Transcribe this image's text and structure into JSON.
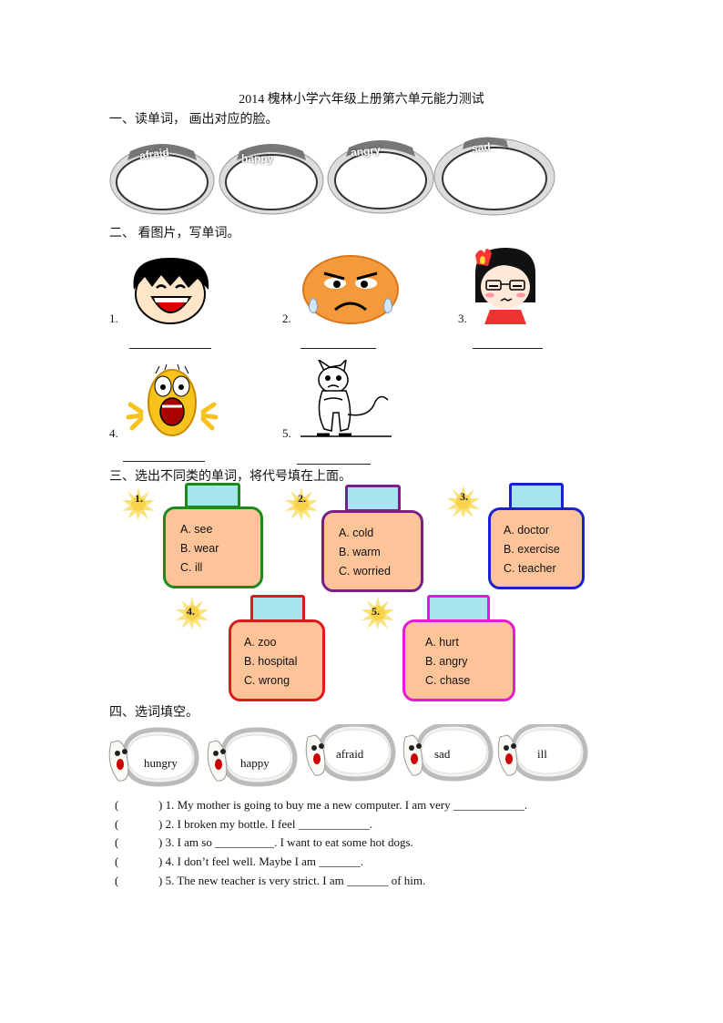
{
  "title": "2014 槐林小学六年级上册第六单元能力测试",
  "sections": {
    "s1": "一、读单词，  画出对应的脸。",
    "s2": "二、  看图片，写单词。",
    "s3": "三、选出不同类的单词，将代号填在上面。",
    "s4": "四、选词填空。"
  },
  "ovals": [
    "afraid",
    "happy",
    "angry",
    "sad"
  ],
  "pictures": {
    "labels": [
      "1.",
      "2.",
      "3.",
      "4.",
      "5."
    ]
  },
  "jars": [
    {
      "num": "1.",
      "color": "#1a8a1a",
      "options": [
        "A.  see",
        "B.  wear",
        "C.  ill"
      ]
    },
    {
      "num": "2.",
      "color": "#7a1f8a",
      "options": [
        "A.  cold",
        "B.  warm",
        "C.  worried"
      ]
    },
    {
      "num": "3.",
      "color": "#1a22cc",
      "options": [
        "A.  doctor",
        "B.  exercise",
        "C.  teacher"
      ]
    },
    {
      "num": "4.",
      "color": "#dd1a1a",
      "options": [
        "A.    zoo",
        "B.    hospital",
        "C.    wrong"
      ]
    },
    {
      "num": "5.",
      "color": "#e61ad0",
      "options": [
        "A.  hurt",
        "B.  angry",
        "C.  chase"
      ]
    }
  ],
  "word_bank": [
    "hungry",
    "happy",
    "afraid",
    "sad",
    "ill"
  ],
  "questions": [
    {
      "paren": "(",
      "text": ") 1. My mother is going to buy me a new computer. I am very ____________."
    },
    {
      "paren": "(",
      "text": ") 2. I broken my bottle.  I feel ____________."
    },
    {
      "paren": "(",
      "text": ") 3. I am so __________. I want to eat some hot dogs."
    },
    {
      "paren": "(",
      "text": ") 4. I don’t feel well. Maybe I am _______."
    },
    {
      "paren": "(",
      "text": ") 5. The new teacher is very strict. I am _______ of him."
    }
  ]
}
